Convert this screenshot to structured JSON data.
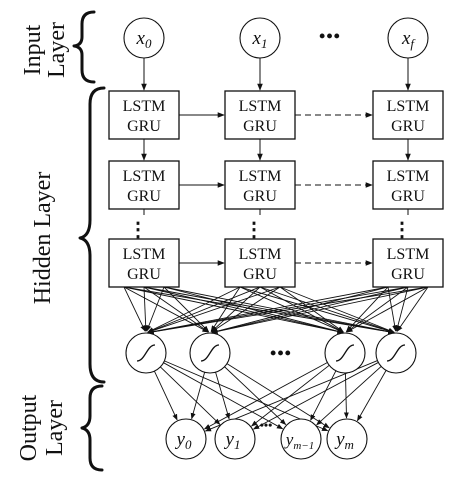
{
  "layers": {
    "input": {
      "line1": "Input",
      "line2": "Layer"
    },
    "hidden": {
      "label": "Hidden Layer"
    },
    "output": {
      "line1": "Output",
      "line2": "Layer"
    }
  },
  "inputs": [
    {
      "base": "x",
      "sub": "0"
    },
    {
      "base": "x",
      "sub": "1"
    },
    {
      "base": "x",
      "sub": "f"
    }
  ],
  "cell": {
    "line1": "LSTM",
    "line2": "GRU"
  },
  "outputs": [
    {
      "base": "y",
      "sub": "0"
    },
    {
      "base": "y",
      "sub": "1"
    },
    {
      "base": "y",
      "sub": "m−1"
    },
    {
      "base": "y",
      "sub": "m"
    }
  ],
  "ellipsis": {
    "horizontal": "•••",
    "vertical": "⋮",
    "small": "•••"
  }
}
